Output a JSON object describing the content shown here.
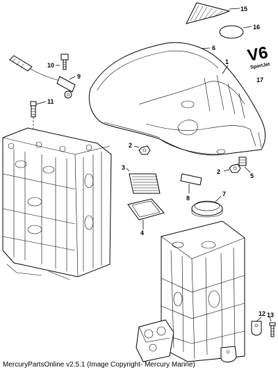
{
  "callouts": {
    "c1": "1",
    "c2a": "2",
    "c2b": "2",
    "c3": "3",
    "c4": "4",
    "c5": "5",
    "c6": "6",
    "c7": "7",
    "c8": "8",
    "c9": "9",
    "c10": "10",
    "c11": "11",
    "c12": "12",
    "c13": "13",
    "c15": "15",
    "c16": "16",
    "c17": "17"
  },
  "logo": {
    "main": "V6",
    "sub": "SportJet"
  },
  "footer": {
    "text": "MercuryPartsOnline v2.5.1 (Image Copyright- Mercury Marine)"
  }
}
